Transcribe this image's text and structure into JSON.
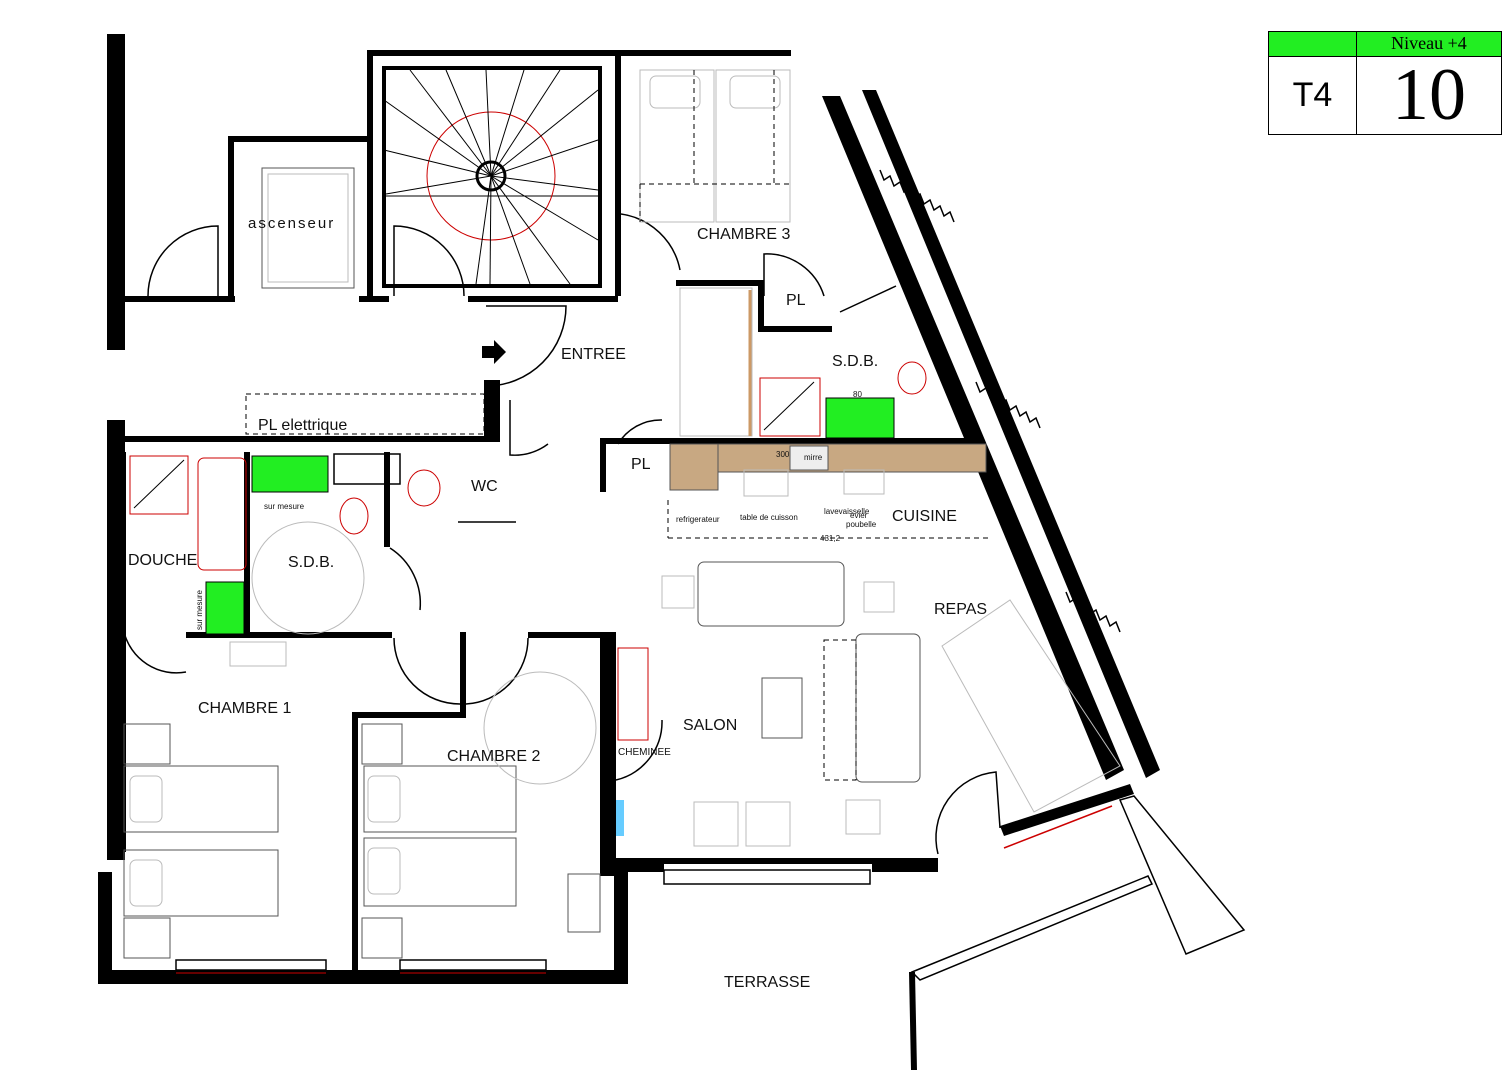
{
  "cartouche": {
    "type": "T4",
    "level": "Niveau +4",
    "number": "10",
    "accent_color": "#22ee22"
  },
  "rooms": {
    "chambre3": "CHAMBRE 3",
    "entree": "ENTREE",
    "pl_top": "PL",
    "sdb_right": "S.D.B.",
    "pl_elettrique": "PL elettrique",
    "pl_kitchen": "PL",
    "wc": "WC",
    "cuisine": "CUISINE",
    "douche": "DOUCHE",
    "sdb_left": "S.D.B.",
    "repas": "REPAS",
    "chambre1": "CHAMBRE 1",
    "salon": "SALON",
    "chambre2": "CHAMBRE 2",
    "cheminee": "CHEMINEE",
    "terrasse": "TERRASSE",
    "ascenseur": "ascenseur"
  },
  "annotations": {
    "sur_mesure_1": "sur mesure",
    "sur_mesure_2": "sur mesure",
    "refrigerateur": "refrigerateur",
    "table_cuisson": "table de cuisson",
    "lave_vaisselle": "lavevaisselle",
    "evier_1": "evier",
    "evier_2": "poubelle",
    "mirre": "mirre",
    "dim_300": "300",
    "dim_80": "80",
    "dim_431": "431,2"
  }
}
